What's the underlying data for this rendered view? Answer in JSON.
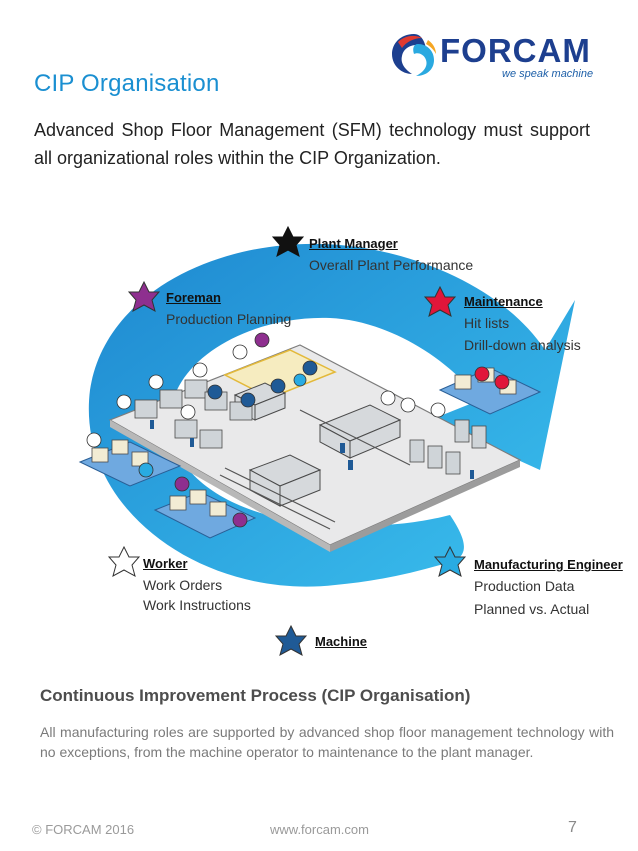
{
  "header": {
    "title": "CIP Organisation",
    "subtitle": "Advanced Shop Floor Management (SFM) technology must support all organizational roles within the CIP Organization."
  },
  "logo": {
    "name": "FORCAM",
    "tagline": "we speak machine"
  },
  "roles": {
    "plant_manager": {
      "title": "Plant Manager",
      "lines": [
        "Overall Plant Performance"
      ],
      "color": "#111111"
    },
    "foreman": {
      "title": "Foreman",
      "lines": [
        "Production Planning"
      ],
      "color": "#8e2f8f"
    },
    "maintenance": {
      "title": "Maintenance",
      "lines": [
        "Hit lists",
        "Drill-down analysis"
      ],
      "color": "#e0163a"
    },
    "worker": {
      "title": "Worker",
      "lines": [
        "Work Orders",
        "Work Instructions"
      ],
      "color": "#ffffff"
    },
    "manufacturing_engineer": {
      "title": "Manufacturing Engineer",
      "lines": [
        "Production Data",
        "Planned vs. Actual"
      ],
      "color": "#29abe2"
    },
    "machine": {
      "title": "Machine",
      "lines": [],
      "color": "#1f5a96"
    }
  },
  "section": {
    "title": "Continuous Improvement Process (CIP Organisation)",
    "body": "All manufacturing roles are supported by advanced shop floor management technology with no exceptions, from the machine operator to maintenance to the plant manager."
  },
  "footer": {
    "copyright": "© FORCAM 2016",
    "url": "www.forcam.com",
    "page": "7"
  },
  "colors": {
    "accent": "#1a8fd1",
    "cycle_blue": "#2aa9e0",
    "brand_navy": "#1d3f8f"
  }
}
